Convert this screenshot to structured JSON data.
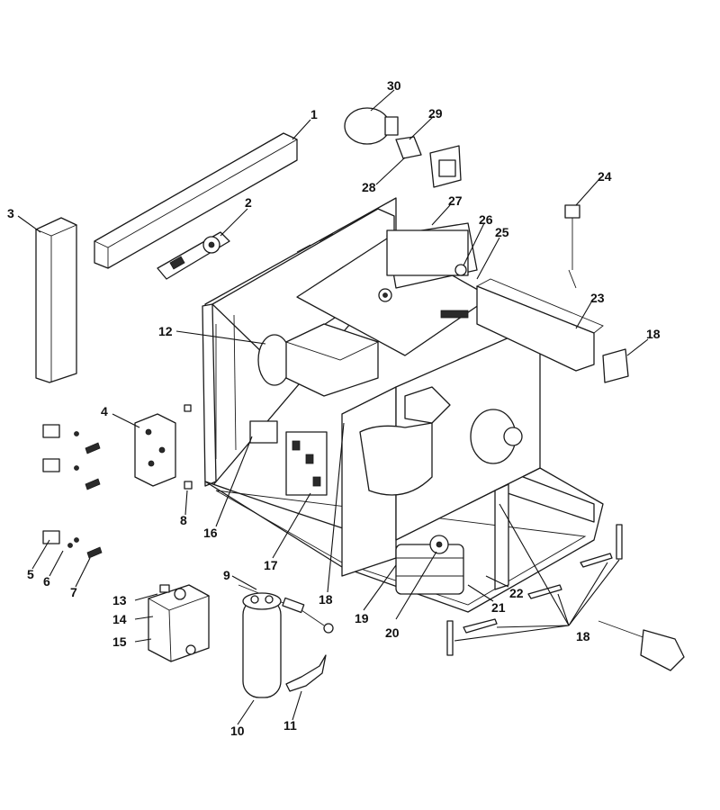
{
  "callouts": [
    {
      "label": "1"
    },
    {
      "label": "2"
    },
    {
      "label": "3"
    },
    {
      "label": "4"
    },
    {
      "label": "5"
    },
    {
      "label": "6"
    },
    {
      "label": "7"
    },
    {
      "label": "8"
    },
    {
      "label": "9"
    },
    {
      "label": "10"
    },
    {
      "label": "11"
    },
    {
      "label": "12"
    },
    {
      "label": "13"
    },
    {
      "label": "14"
    },
    {
      "label": "15"
    },
    {
      "label": "16"
    },
    {
      "label": "17"
    },
    {
      "label": "18"
    },
    {
      "label": "18"
    },
    {
      "label": "18"
    },
    {
      "label": "19"
    },
    {
      "label": "20"
    },
    {
      "label": "21"
    },
    {
      "label": "22"
    },
    {
      "label": "23"
    },
    {
      "label": "24"
    },
    {
      "label": "25"
    },
    {
      "label": "26"
    },
    {
      "label": "27"
    },
    {
      "label": "28"
    },
    {
      "label": "29"
    },
    {
      "label": "30"
    }
  ],
  "colors": {
    "line": "#1a1a1a",
    "background": "#ffffff"
  }
}
